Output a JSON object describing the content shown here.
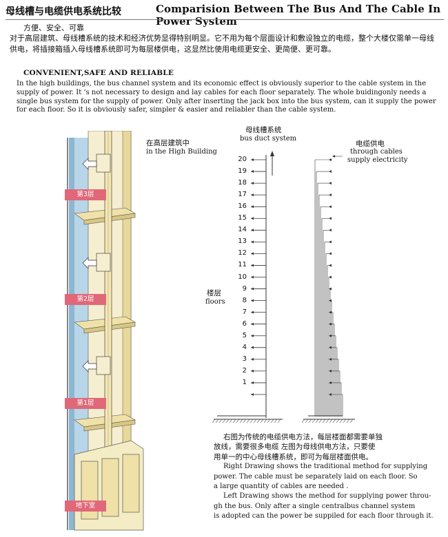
{
  "header": {
    "title_cn": "母线槽与电缆供电系统比较",
    "title_en": "Comparision Between The Bus  And The Cable In Power System"
  },
  "intro_cn": {
    "subtitle": "方便、安全、可靠",
    "paragraph": "对于高层建筑、母线槽系统的技术和经济优势显得特别明显。它不用为每个层面设计和敷设独立的电缆，整个大楼仅需单一母线供电，将插接箱插入母线槽系统即可为每层楼供电，这显然比使用电缆更安全、更简便、更可靠。"
  },
  "intro_en": {
    "heading": "CONVENIENT,SAFE AND RELIABLE",
    "paragraph": "In the high buildings, the bus channel system and its economic effect is obviously superior to the cable system in the supply of power. It ‘s not necessary to design and lay cables for each floor separately. The whole buidingonly needs a single bus system for the supply of power. Only after inserting the jack box into the bus system, can it supply the power for  each floor. So it is obviously  safer, simpler & easier  and  reliabler  than the cable system."
  },
  "building": {
    "label_cn": "在高层建筑中",
    "label_en": "in the High Building",
    "floors": [
      "第3层",
      "第2层",
      "第1层",
      "地下室"
    ]
  },
  "diagram": {
    "bus_label_cn": "母线槽系统",
    "bus_label_en": "bus duct system",
    "cable_label_cn": "电缆供电",
    "cable_label_en1": "through cables",
    "cable_label_en2": "supply electricity",
    "floors_label_cn": "楼层",
    "floors_label_en": "floors",
    "floor_numbers": [
      "20",
      "19",
      "18",
      "17",
      "16",
      "15",
      "14",
      "13",
      "12",
      "11",
      "10",
      "9",
      "8",
      "7",
      "6",
      "5",
      "4",
      "3",
      "2",
      "1"
    ]
  },
  "caption": {
    "cn_1": "右图为传统的电缆供电方法，每层楼面都需要单独",
    "cn_2": "放线，需要很多电缆  左图为母线供电方法，只要使",
    "cn_3": "用单一的中心母线槽系统，即可为每层楼面供电。",
    "en_1": "Right Drawing shows the traditional method  for supplying",
    "en_2": "power. The cable must be separately laid on each floor. So",
    "en_3": "a large quantity of cables are needed .",
    "en_4": "Left Drawing shows  the method for  supplying power throu-",
    "en_5": "gh the bus. Only after a single centralbus  channel system",
    "en_6": "is adopted  can the power be suppiled for  each floor through it."
  },
  "colors": {
    "glass": "#b9d6e8",
    "wall": "#f4ecc4",
    "wall_dark": "#e8d89a",
    "badge": "#e06878",
    "line": "#333333"
  }
}
